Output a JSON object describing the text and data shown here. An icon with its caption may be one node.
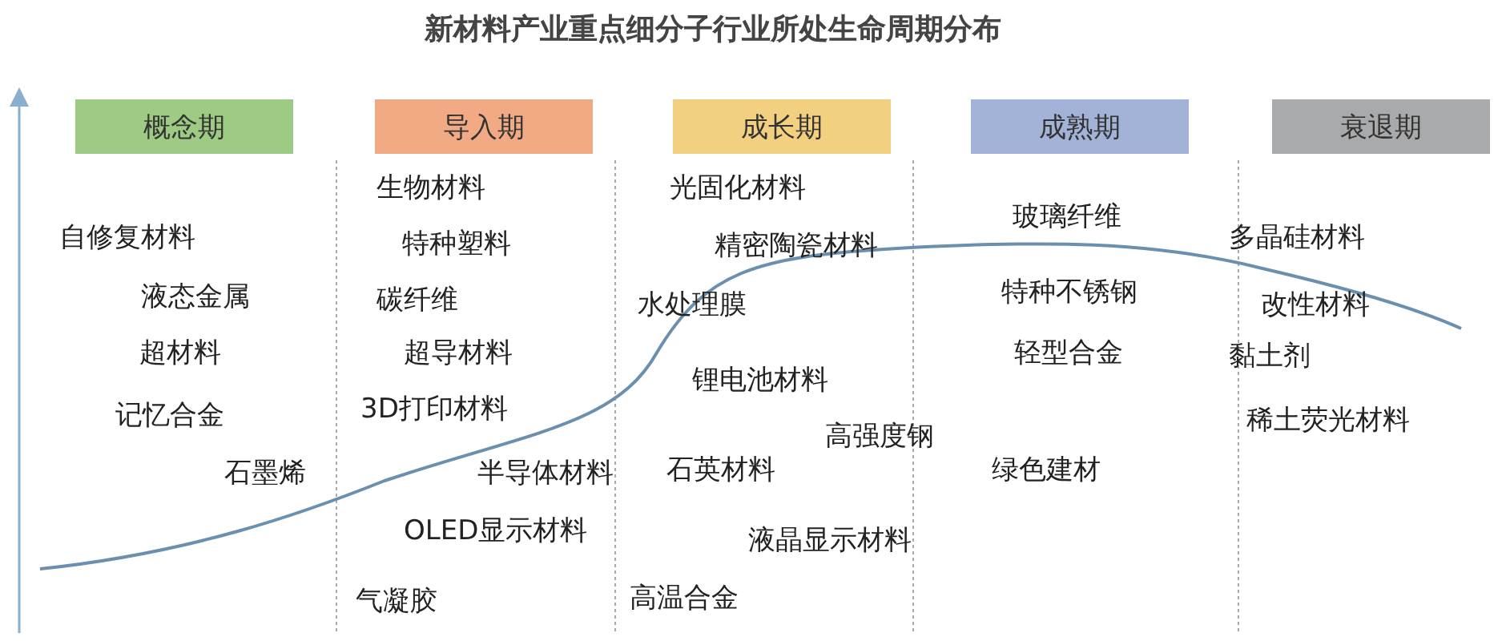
{
  "diagram": {
    "title": "新材料产业重点细分子行业所处生命周期分布",
    "nodes": [
      {
        "text": [
          "概念期"
        ]
      },
      {
        "text": [
          "导入期"
        ]
      },
      {
        "text": [
          "成长期"
        ]
      },
      {
        "text": [
          "成熟期"
        ]
      },
      {
        "text": [
          "衰退期"
        ]
      }
    ],
    "labels": [
      "自修复材料",
      "液态金属",
      "超材料",
      "记忆合金",
      "石墨烯",
      "生物材料",
      "特种塑料",
      "碳纤维",
      "超导材料",
      "3D打印材料",
      "半导体材料",
      "OLED显示材料",
      "气凝胶",
      "光固化材料",
      "精密陶瓷材料",
      "水处理膜",
      "锂电池材料",
      "高强度钢",
      "石英材料",
      "液晶显示材料",
      "高温合金",
      "玻璃纤维",
      "特种不锈钢",
      "轻型合金",
      "绿色建材",
      "多晶硅材料",
      "改性材料",
      "黏土剂",
      "稀土荧光材料"
    ]
  }
}
